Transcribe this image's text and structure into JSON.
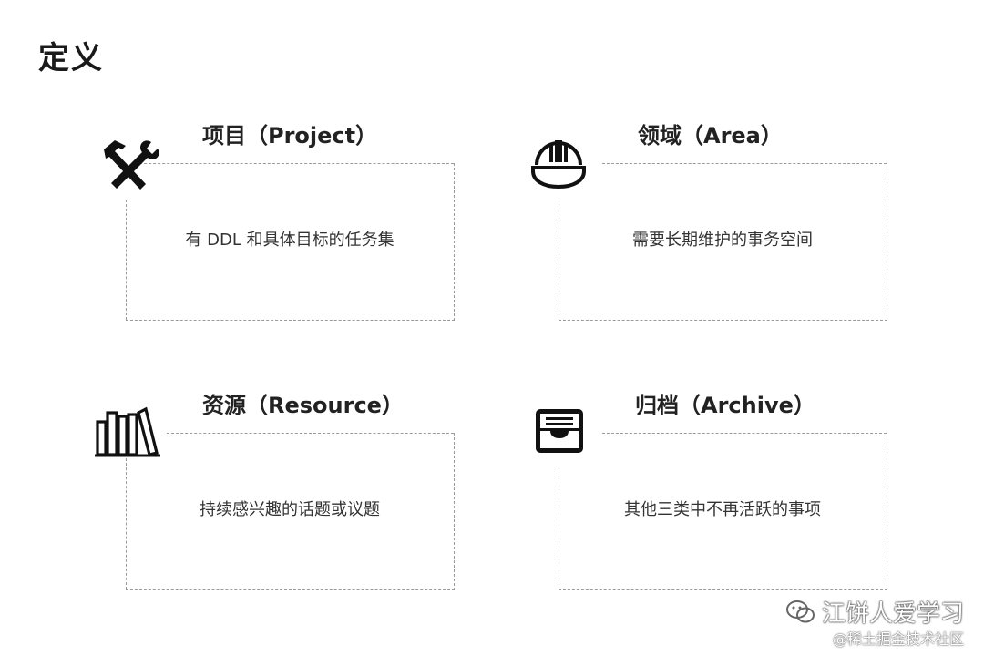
{
  "page": {
    "title": "定义"
  },
  "cards": [
    {
      "title": "项目（Project）",
      "description": "有 DDL 和具体目标的任务集",
      "icon": "hammer-wrench-icon"
    },
    {
      "title": "领域（Area）",
      "description": "需要长期维护的事务空间",
      "icon": "hard-hat-icon"
    },
    {
      "title": "资源（Resource）",
      "description": "持续感兴趣的话题或议题",
      "icon": "books-icon"
    },
    {
      "title": "归档（Archive）",
      "description": "其他三类中不再活跃的事项",
      "icon": "archive-tray-icon"
    }
  ],
  "footer": {
    "account": "江饼人爱学习",
    "source": "@稀土掘金技术社区",
    "icon": "wechat-icon"
  },
  "colors": {
    "border": "#9a9a9a",
    "text": "#222222",
    "icon": "#111111"
  }
}
